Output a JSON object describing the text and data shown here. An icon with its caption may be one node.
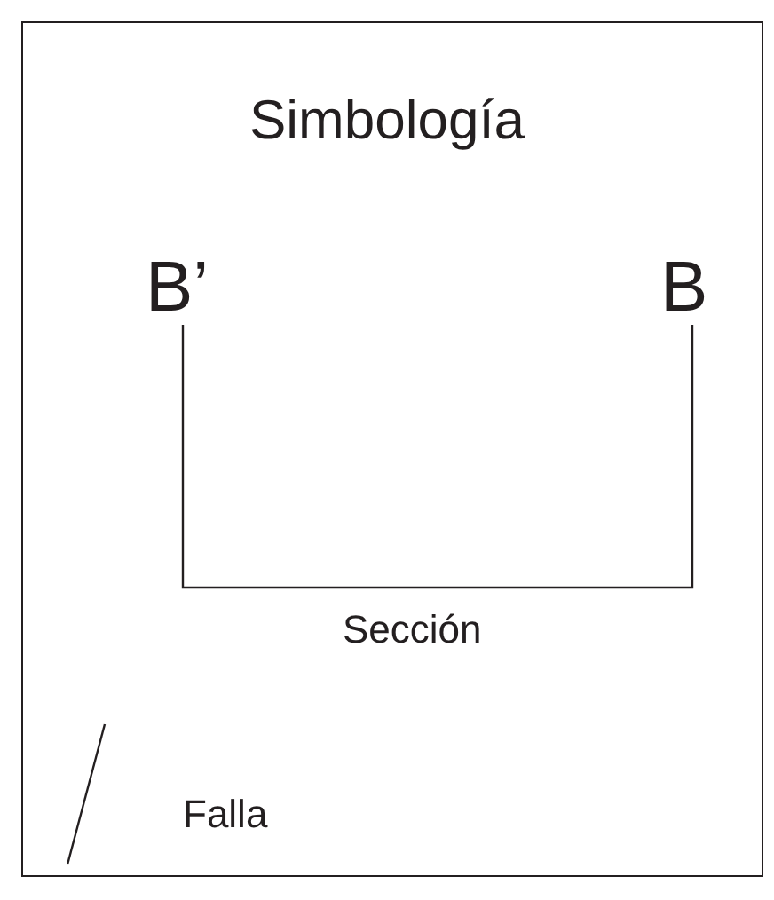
{
  "diagram": {
    "title": "Simbología",
    "labels": [
      "B’",
      "B"
    ],
    "legend": [
      {
        "text": "Sección"
      },
      {
        "text": "Falla"
      }
    ]
  }
}
